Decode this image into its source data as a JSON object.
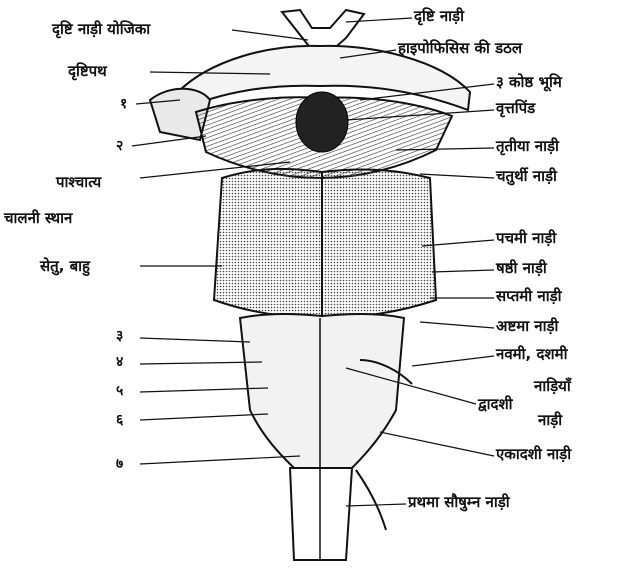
{
  "left_labels": {
    "optic_chiasma": "दृष्टि नाड़ी योजिका",
    "optic_tract": "दृष्टिपथ",
    "n1": "१",
    "n2": "२",
    "posterior": "पाश्चात्य",
    "perforated_space": "चालनी स्थान",
    "pons_arm": "सेतु, बाहु",
    "n3": "३",
    "n4": "४",
    "n5": "५",
    "n6": "६",
    "n7": "७"
  },
  "right_labels": {
    "optic_nerve": "दृष्टि नाड़ी",
    "pituitary_stalk": "हाइपोफिसिस की डठल",
    "third_ventricle_floor": "३ कोष्ठ भूमि",
    "mammillary": "वृत्तपिंड",
    "third_nerve": "तृतीया नाड़ी",
    "fourth_nerve": "चतुर्थी नाड़ी",
    "fifth_nerve": "पचमी नाड़ी",
    "sixth_nerve": "षष्ठी नाड़ी",
    "seventh_nerve": "सप्तमी नाड़ी",
    "eighth_nerve": "अष्टमा नाड़ी",
    "ninth_tenth": "नवमी, दशमी",
    "nerves_word": "नाड़ियाँ",
    "twelfth": "द्वादशी",
    "nerve_word": "नाड़ी",
    "eleventh_nerve": "एकादशी नाड़ी",
    "first_cervical": "प्रथमा सौषुम्न नाड़ी"
  }
}
